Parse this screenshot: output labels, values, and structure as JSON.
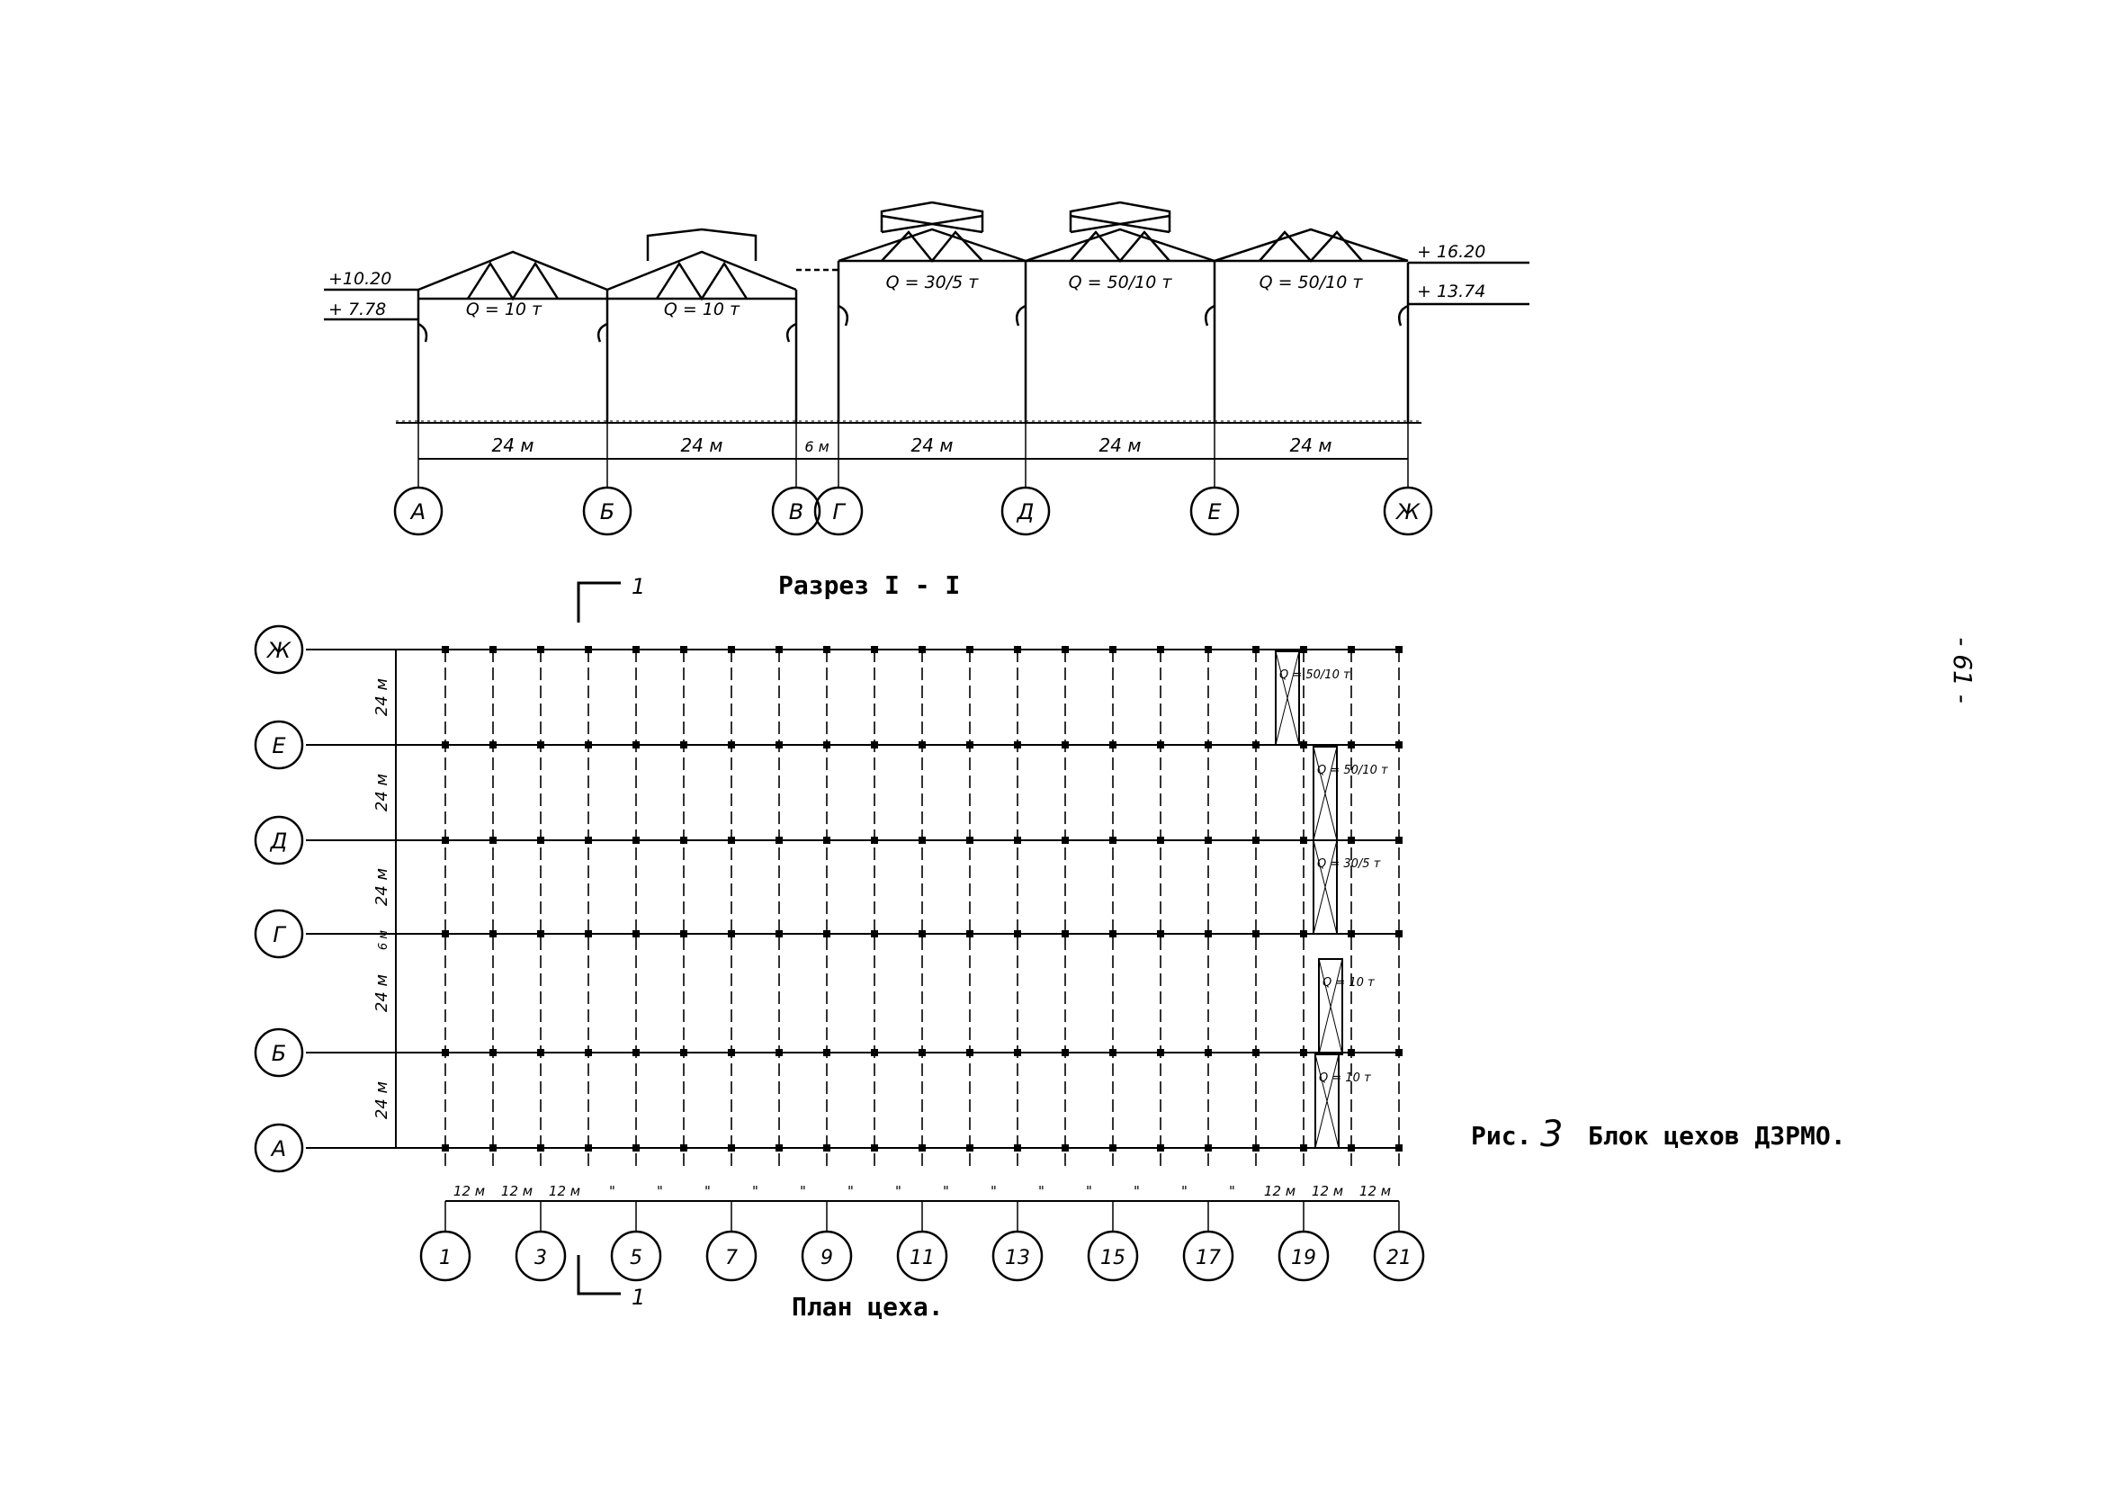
{
  "page_number": "- 61 -",
  "section": {
    "title": "Разрез  I - I",
    "levels": [
      "+10.20",
      "+ 7.78",
      "+ 16.20",
      "+ 13.74"
    ],
    "spans": [
      {
        "label": "24 м",
        "crane": "Q = 10 т"
      },
      {
        "label": "24 м",
        "crane": "Q = 10 т"
      },
      {
        "label": "6 м",
        "crane": ""
      },
      {
        "label": "24 м",
        "crane": "Q = 30/5 т"
      },
      {
        "label": "24 м",
        "crane": "Q = 50/10 т"
      },
      {
        "label": "24 м",
        "crane": "Q = 50/10 т"
      }
    ],
    "axes": [
      "А",
      "Б",
      "В",
      "Г",
      "Д",
      "Е",
      "Ж"
    ]
  },
  "plan": {
    "title": "План цеха.",
    "section_marker": "1",
    "row_axes": [
      "Ж",
      "Е",
      "Д",
      "Г",
      "Б",
      "А"
    ],
    "row_spacing": [
      "24 м",
      "24 м",
      "24 м",
      "6 м",
      "24 м",
      "24 м"
    ],
    "column_axes": [
      "1",
      "3",
      "5",
      "7",
      "9",
      "11",
      "13",
      "15",
      "17",
      "19",
      "21"
    ],
    "column_spacing": [
      "12 м",
      "12 м",
      "12 м",
      "\"",
      "\"",
      "\"",
      "\"",
      "\"",
      "\"",
      "\"",
      "\"",
      "\"",
      "\"",
      "\"",
      "\"",
      "\"",
      "\"",
      "12 м",
      "12 м",
      "12 м"
    ],
    "cranes": [
      "Q = 50/10 т",
      "Q = 50/10 т",
      "Q = 30/5 т",
      "Q = 10 т",
      "Q = 10 т"
    ]
  },
  "caption": {
    "prefix": "Рис.",
    "number": "3",
    "text": "Блок цехов ДЗРМО."
  }
}
